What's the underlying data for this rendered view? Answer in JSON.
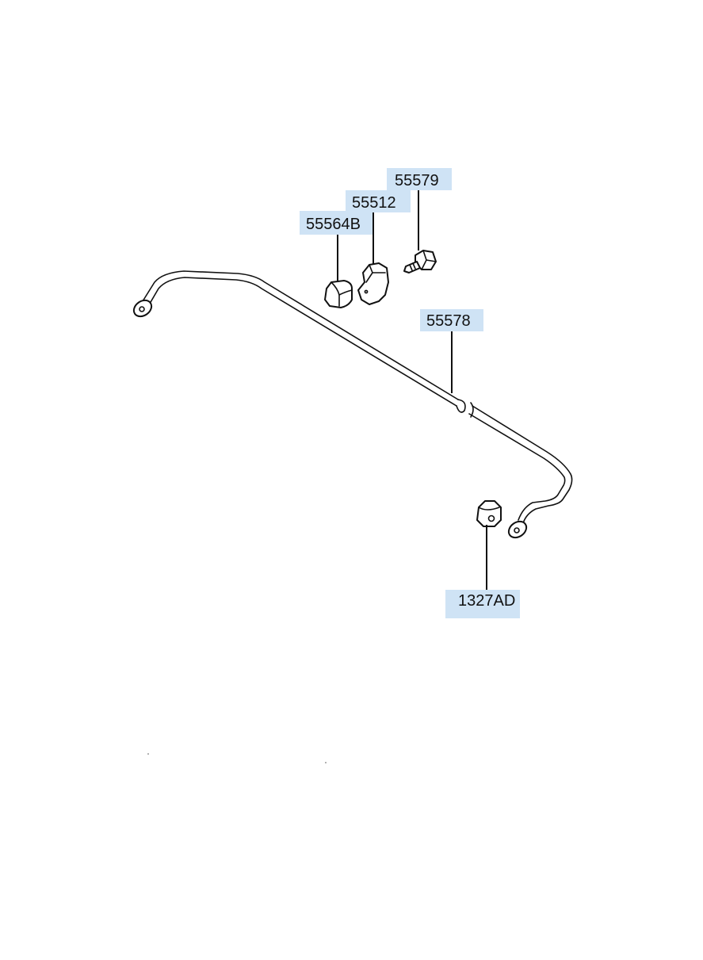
{
  "diagram": {
    "callouts": [
      {
        "id": "c-55579",
        "label": "55579"
      },
      {
        "id": "c-55512",
        "label": "55512"
      },
      {
        "id": "c-55564b",
        "label": "55564B"
      },
      {
        "id": "c-55578",
        "label": "55578"
      },
      {
        "id": "c-1327ad",
        "label": "1327AD"
      }
    ],
    "colors": {
      "callout_background": "#cfe3f5",
      "line": "#111111"
    }
  }
}
